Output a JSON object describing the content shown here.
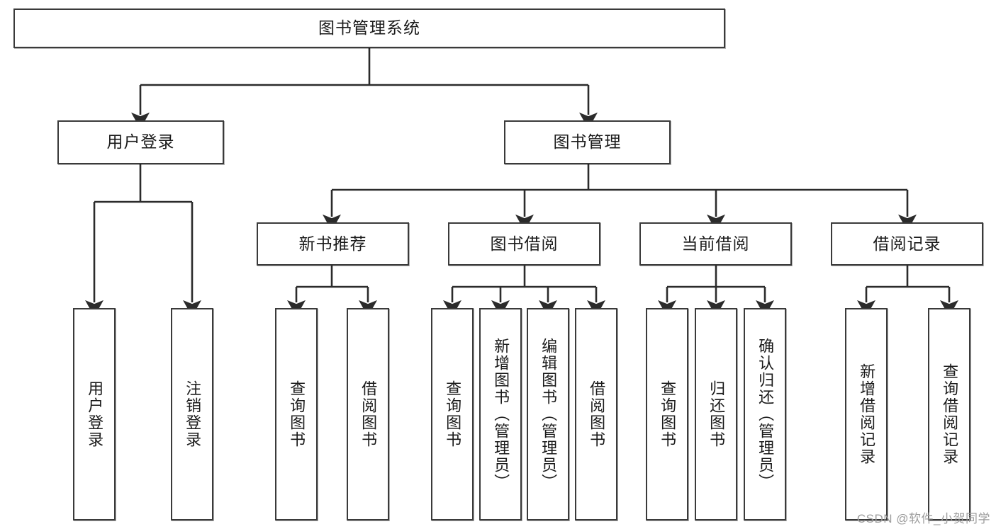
{
  "diagram": {
    "type": "tree-hierarchy-flowchart",
    "background_color": "#ffffff",
    "box_border_color": "#3a3a3a",
    "edge_color": "#2b2b2b",
    "root": {
      "id": "root",
      "label": "图书管理系统"
    },
    "level2": [
      {
        "id": "user-login",
        "label": "用户登录"
      },
      {
        "id": "book-manage",
        "label": "图书管理"
      }
    ],
    "level3": [
      {
        "id": "new-book-recommend",
        "label": "新书推荐"
      },
      {
        "id": "book-borrow",
        "label": "图书借阅"
      },
      {
        "id": "current-borrow",
        "label": "当前借阅"
      },
      {
        "id": "borrow-record",
        "label": "借阅记录"
      }
    ],
    "leaves": {
      "user-login": [
        {
          "id": "leaf-user-login",
          "label": "用户登录"
        },
        {
          "id": "leaf-user-logout",
          "label": "注销登录"
        }
      ],
      "new-book-recommend": [
        {
          "id": "leaf-query-book-1",
          "label": "查询图书"
        },
        {
          "id": "leaf-borrow-book-1",
          "label": "借阅图书"
        }
      ],
      "book-borrow": [
        {
          "id": "leaf-query-book-2",
          "label": "查询图书"
        },
        {
          "id": "leaf-add-book",
          "label": "新增图书（管理员）"
        },
        {
          "id": "leaf-edit-book",
          "label": "编辑图书（管理员）"
        },
        {
          "id": "leaf-borrow-book-2",
          "label": "借阅图书"
        }
      ],
      "current-borrow": [
        {
          "id": "leaf-query-book-3",
          "label": "查询图书"
        },
        {
          "id": "leaf-return-book",
          "label": "归还图书"
        },
        {
          "id": "leaf-confirm-return",
          "label": "确认归还（管理员）"
        }
      ],
      "borrow-record": [
        {
          "id": "leaf-add-record",
          "label": "新增借阅记录"
        },
        {
          "id": "leaf-query-record",
          "label": "查询借阅记录"
        }
      ]
    }
  },
  "watermark": {
    "text": "CSDN @软件_小贺同学"
  }
}
